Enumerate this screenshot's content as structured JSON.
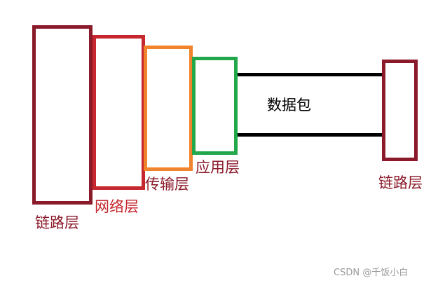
{
  "diagram": {
    "layers": [
      {
        "label": "链路层",
        "color": "#8b1a2b"
      },
      {
        "label": "网络层",
        "color": "#c6262e"
      },
      {
        "label": "传输层",
        "color": "#f0832b"
      },
      {
        "label": "应用层",
        "color": "#22a84a"
      }
    ],
    "packet_label": "数据包",
    "receiver_label": "链路层",
    "receiver_color": "#8b1a2b"
  },
  "watermark": "CSDN @千饭小白"
}
